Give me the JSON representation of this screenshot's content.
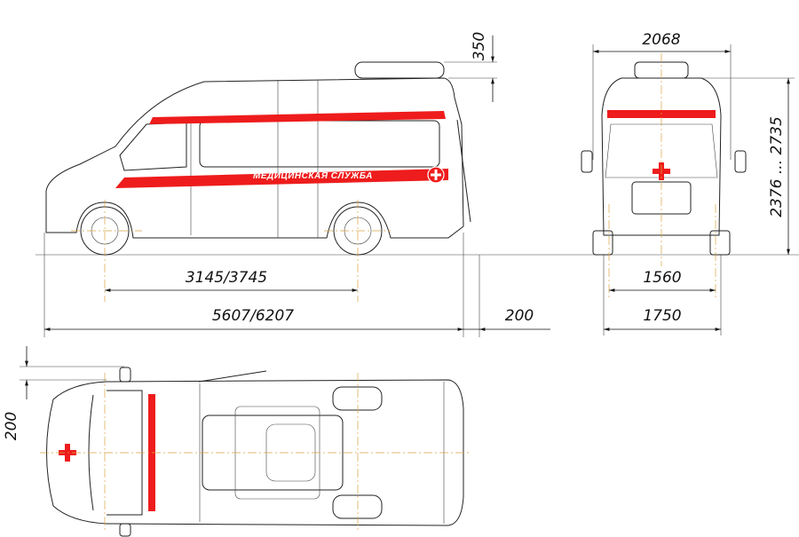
{
  "drawing": {
    "side_label": "МЕДИЦИНСКАЯ СЛУЖБА",
    "accent_color": "#ee1c1c",
    "axis_color": "#d9a441",
    "icons": [
      "red-cross-icon"
    ]
  },
  "dimensions": {
    "roof_unit_height": "350",
    "front_width": "2068",
    "height_range": "2376 ... 2735",
    "wheelbase": "3145/3745",
    "overall_length": "5607/6207",
    "rear_step": "200",
    "track_width": "1560",
    "body_width": "1750",
    "mirror_offset": "200"
  }
}
